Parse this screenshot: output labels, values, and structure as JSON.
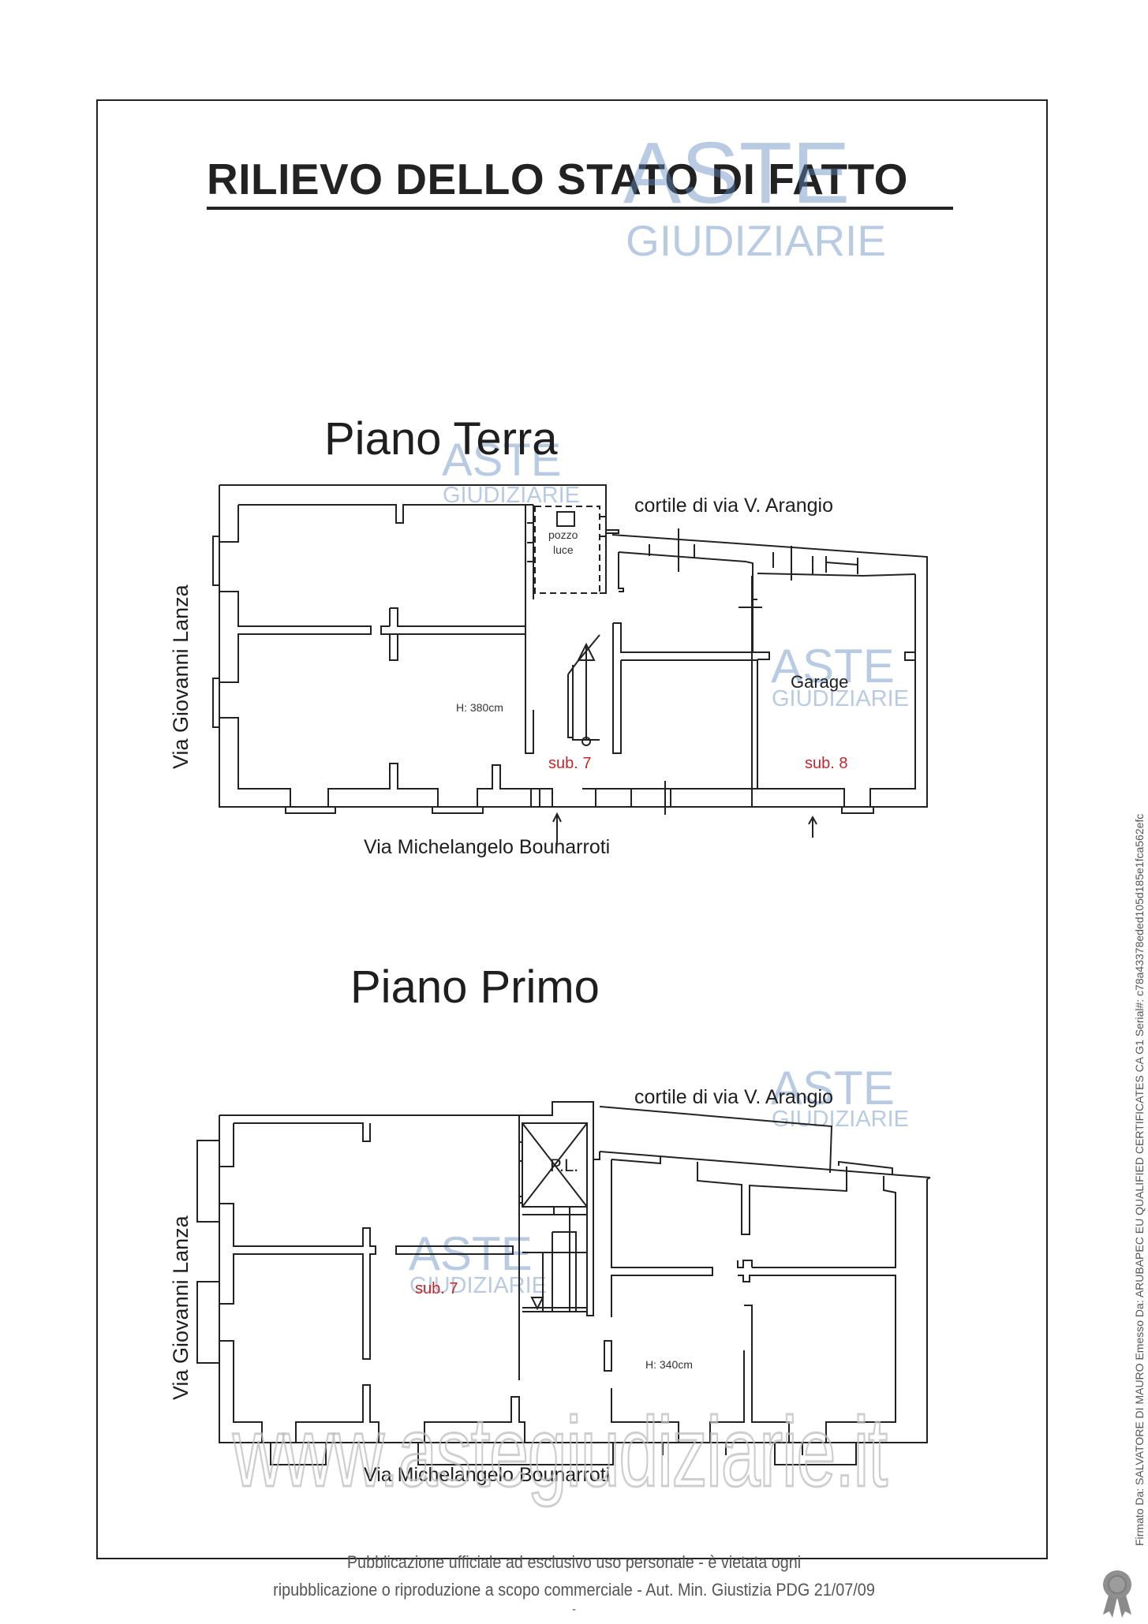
{
  "document": {
    "title": "RILIEVO DELLO STATO DI FATTO",
    "floors": [
      {
        "name": "Piano Terra",
        "courtyard_label": "cortile di via V. Arangio",
        "street_left": "Via Giovanni Lanza",
        "street_bottom": "Via Michelangelo Bounarroti",
        "height_label": "H: 380cm",
        "light_well_label_1": "pozzo",
        "light_well_label_2": "luce",
        "garage_label": "Garage",
        "units": [
          "sub. 7",
          "sub. 8"
        ]
      },
      {
        "name": "Piano Primo",
        "courtyard_label": "cortile di via V. Arangio",
        "street_left": "Via Giovanni Lanza",
        "street_bottom": "Via Michelangelo Bounarroti",
        "height_label": "H: 340cm",
        "light_well_label": "P.L.",
        "units": [
          "sub. 7"
        ]
      }
    ],
    "watermark": {
      "brand_top": "ASTE",
      "brand_bottom": "GIUDIZIARIE",
      "url": "www.astegiudiziarie.it"
    },
    "footer": {
      "line1": "Pubblicazione ufficiale ad esclusivo uso personale - è vietata ogni",
      "line2": "ripubblicazione o riproduzione a scopo commerciale - Aut. Min. Giustizia PDG 21/07/09",
      "line3": "-"
    },
    "signature": {
      "text": "Firmato Da: SALVATORE DI MAURO Emesso Da: ARUBAPEC EU QUALIFIED CERTIFICATES CA G1 Serial#: c78a43378eded105d185e1fca562efc",
      "seal_icon": "ribbon-seal-icon"
    }
  }
}
